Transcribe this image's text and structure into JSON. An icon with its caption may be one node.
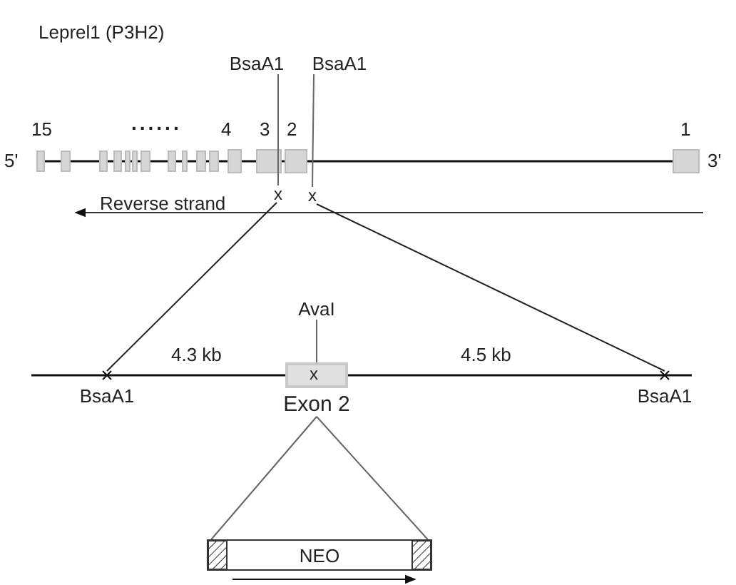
{
  "diagram": {
    "title": "Leprel1 (P3H2)",
    "nodes": [
      {
        "text": [
          "Exon 2"
        ]
      },
      {
        "text": [
          "NEO"
        ]
      },
      {
        "text": [
          "BsaA1"
        ]
      },
      {
        "text": [
          "BsaA1"
        ]
      },
      {
        "text": [
          "BsaA1"
        ]
      },
      {
        "text": [
          "BsaA1"
        ]
      },
      {
        "text": [
          "AvaI"
        ]
      },
      {
        "text": [
          "x"
        ]
      },
      {
        "text": [
          "x"
        ]
      }
    ],
    "edges": [
      {
        "from": 4,
        "to": 7,
        "arrow": "none"
      },
      {
        "from": 5,
        "to": 8,
        "arrow": "none"
      },
      {
        "from": 7,
        "to": 2,
        "arrow": "none"
      },
      {
        "from": 8,
        "to": 3,
        "arrow": "none"
      },
      {
        "from": 6,
        "to": 0,
        "arrow": "none"
      },
      {
        "from": 0,
        "to": 1,
        "arrow": "none"
      },
      {
        "from": 0,
        "to": 1,
        "arrow": "none"
      }
    ],
    "labels": [
      "15",
      "......",
      "4",
      "3",
      "2",
      "1",
      "5'",
      "3'",
      "Reverse strand",
      "x",
      "4.3 kb",
      "4.5 kb"
    ]
  }
}
